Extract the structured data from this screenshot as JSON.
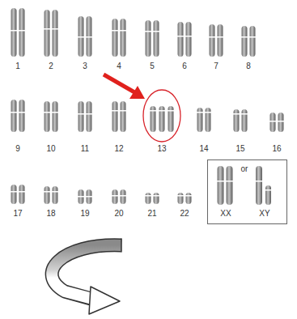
{
  "diagram": {
    "nodes": [
      {
        "text": [
          "or",
          "XX",
          "XY"
        ]
      }
    ],
    "labels": [
      "1",
      "2",
      "3",
      "4",
      "5",
      "6",
      "7",
      "8",
      "9",
      "10",
      "11",
      "12",
      "13",
      "14",
      "15",
      "16",
      "17",
      "18",
      "19",
      "20",
      "21",
      "22"
    ]
  }
}
